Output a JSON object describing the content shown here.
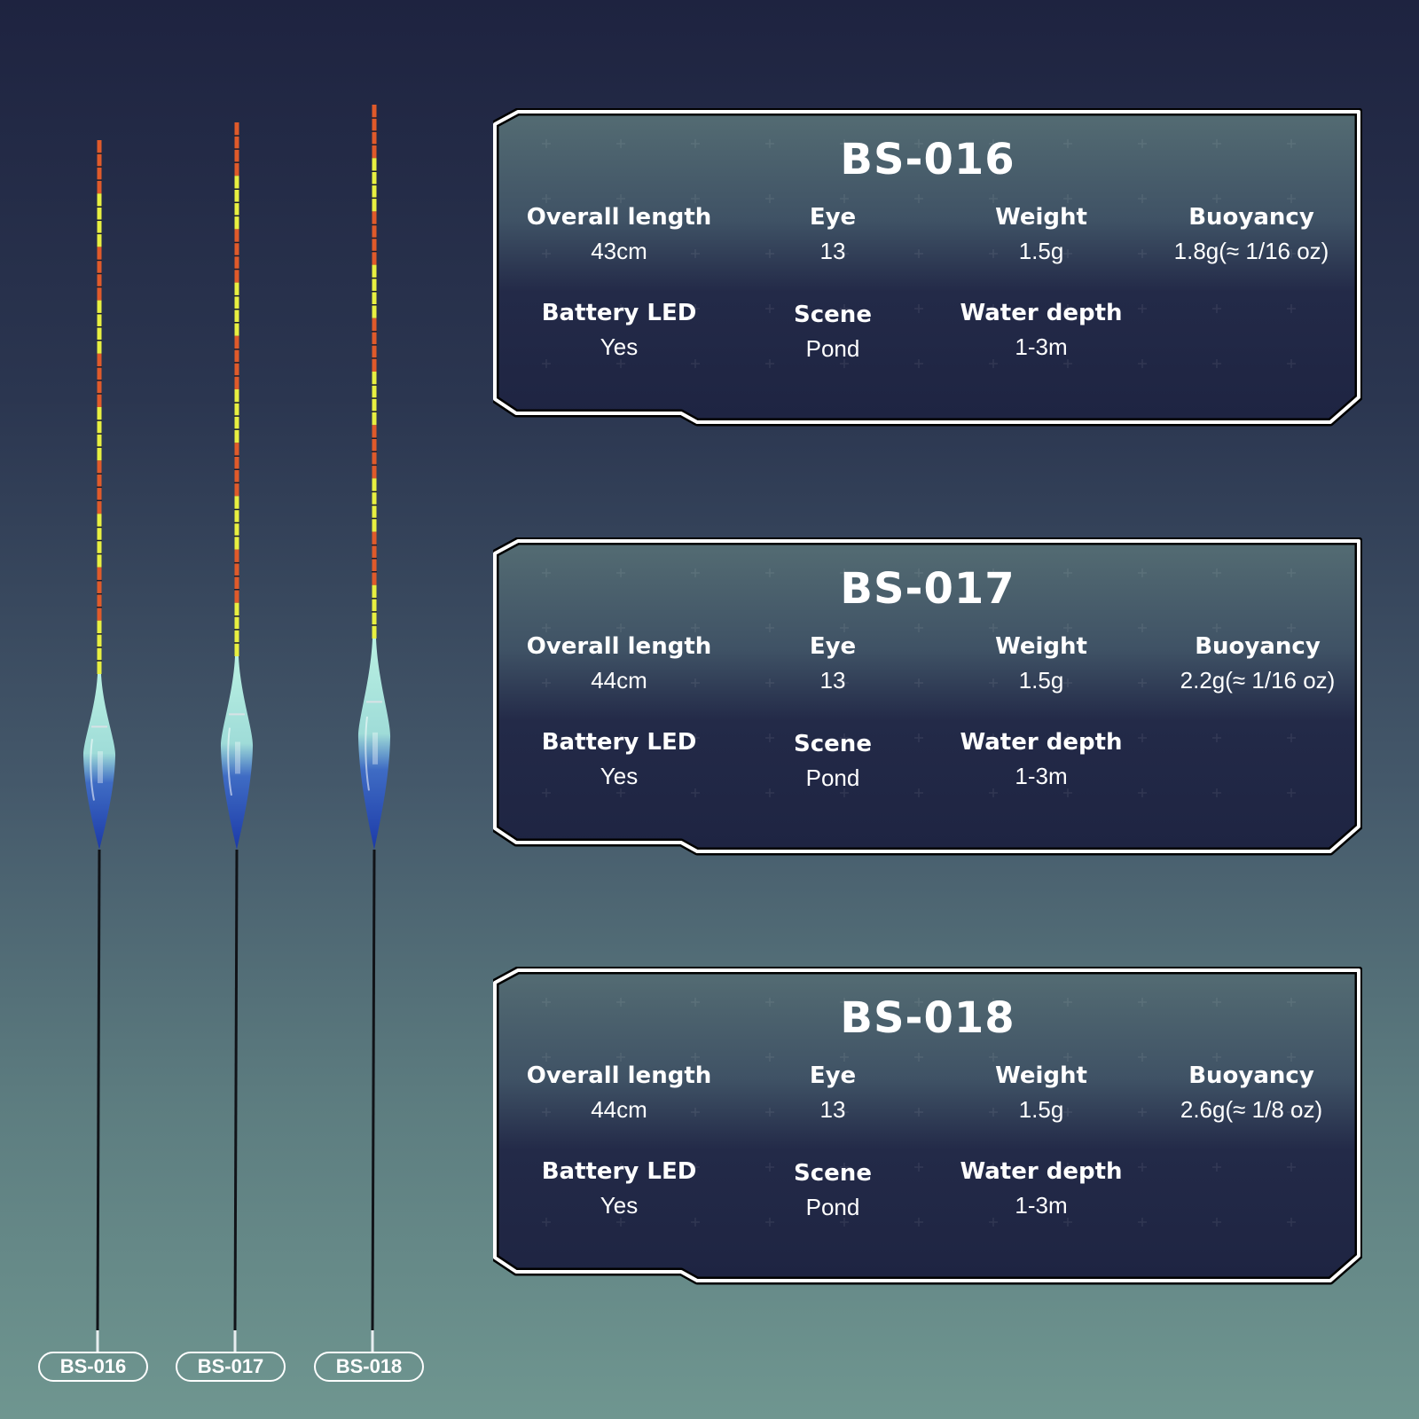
{
  "colors": {
    "stripe_orange": "#e05a2a",
    "stripe_yellow": "#e8f040",
    "body_top": "#b9f0e2",
    "body_bottom": "#1c3aa8",
    "card_frame": "#ffffff"
  },
  "floats": [
    {
      "label": "BS-016"
    },
    {
      "label": "BS-017"
    },
    {
      "label": "BS-018"
    }
  ],
  "spec_labels": {
    "overall_length": "Overall length",
    "eye": "Eye",
    "weight": "Weight",
    "buoyancy": "Buoyancy",
    "battery_led": "Battery LED",
    "scene": "Scene",
    "water_depth": "Water depth"
  },
  "cards": [
    {
      "title": "BS-016",
      "overall_length": "43cm",
      "eye": "13",
      "weight": "1.5g",
      "buoyancy": "1.8g(≈ 1/16 oz)",
      "battery_led": "Yes",
      "scene": "Pond",
      "water_depth": "1-3m"
    },
    {
      "title": "BS-017",
      "overall_length": "44cm",
      "eye": "13",
      "weight": "1.5g",
      "buoyancy": "2.2g(≈ 1/16 oz)",
      "battery_led": "Yes",
      "scene": "Pond",
      "water_depth": "1-3m"
    },
    {
      "title": "BS-018",
      "overall_length": "44cm",
      "eye": "13",
      "weight": "1.5g",
      "buoyancy": "2.6g(≈ 1/8 oz)",
      "battery_led": "Yes",
      "scene": "Pond",
      "water_depth": "1-3m"
    }
  ]
}
